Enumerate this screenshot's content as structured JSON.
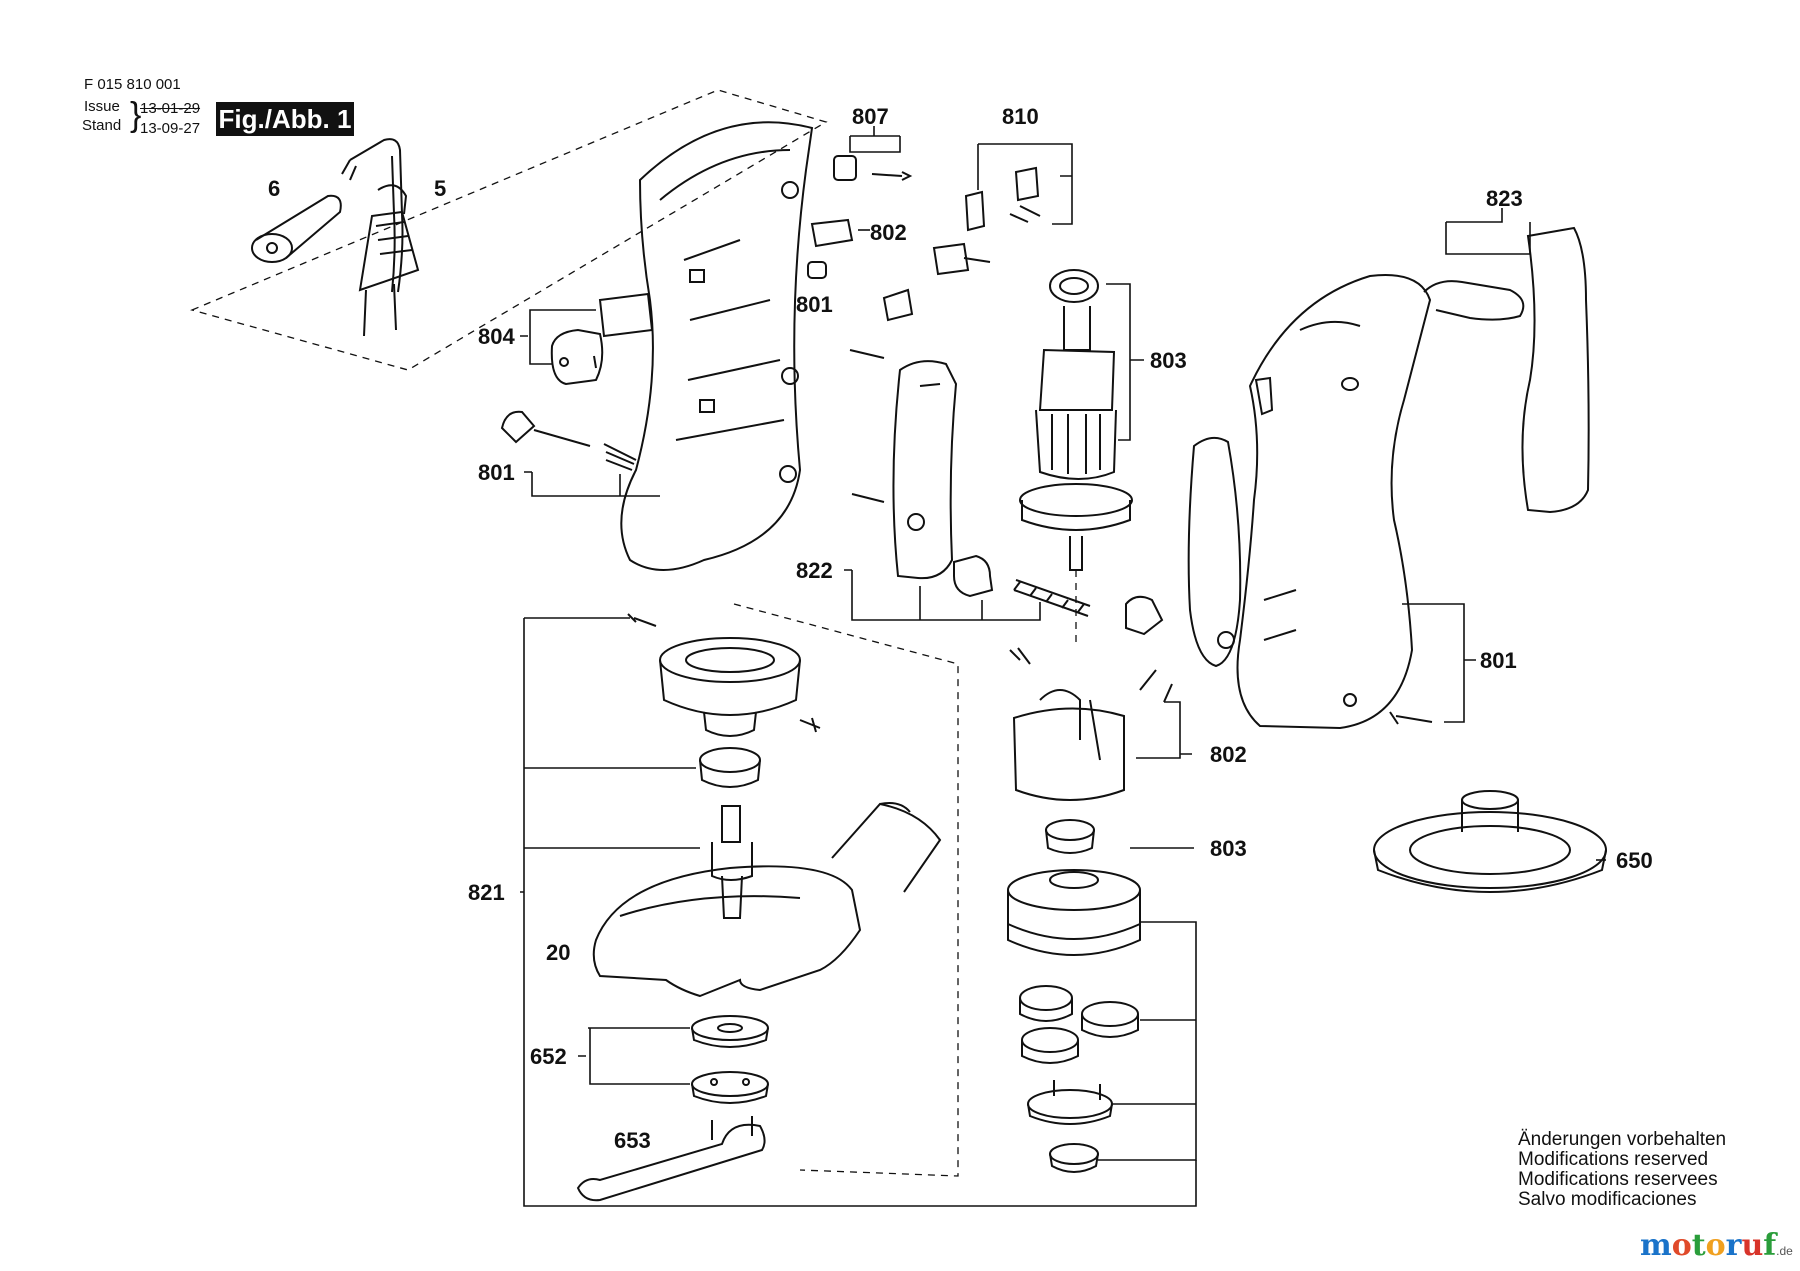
{
  "header": {
    "doc_number": "F 015 810 001",
    "issue_label": "Issue",
    "issue_date": "13-01-29",
    "stand_label": "Stand",
    "stand_date": "13-09-27",
    "fig_label": "Fig./Abb. 1"
  },
  "callouts": {
    "c6": "6",
    "c5": "5",
    "c807": "807",
    "c810": "810",
    "c802_top": "802",
    "c801_top": "801",
    "c804": "804",
    "c801_left": "801",
    "c803_top": "803",
    "c822": "822",
    "c823": "823",
    "c801_right": "801",
    "c802_mid": "802",
    "c803_low": "803",
    "c650": "650",
    "c821": "821",
    "c20": "20",
    "c652": "652",
    "c653": "653"
  },
  "notes": {
    "line1": "Änderungen vorbehalten",
    "line2": "Modifications reserved",
    "line3": "Modifications reservees",
    "line4": "Salvo modificaciones"
  },
  "brand": {
    "name": "motoruf",
    "tld": ".de"
  },
  "colors": {
    "brand_m": "#1a73c9",
    "brand_o1": "#e04a2a",
    "brand_t": "#2a9d3a",
    "brand_o2": "#f0a020",
    "brand_r": "#1a73c9",
    "brand_u": "#d8342a",
    "brand_f": "#2a9d3a"
  }
}
